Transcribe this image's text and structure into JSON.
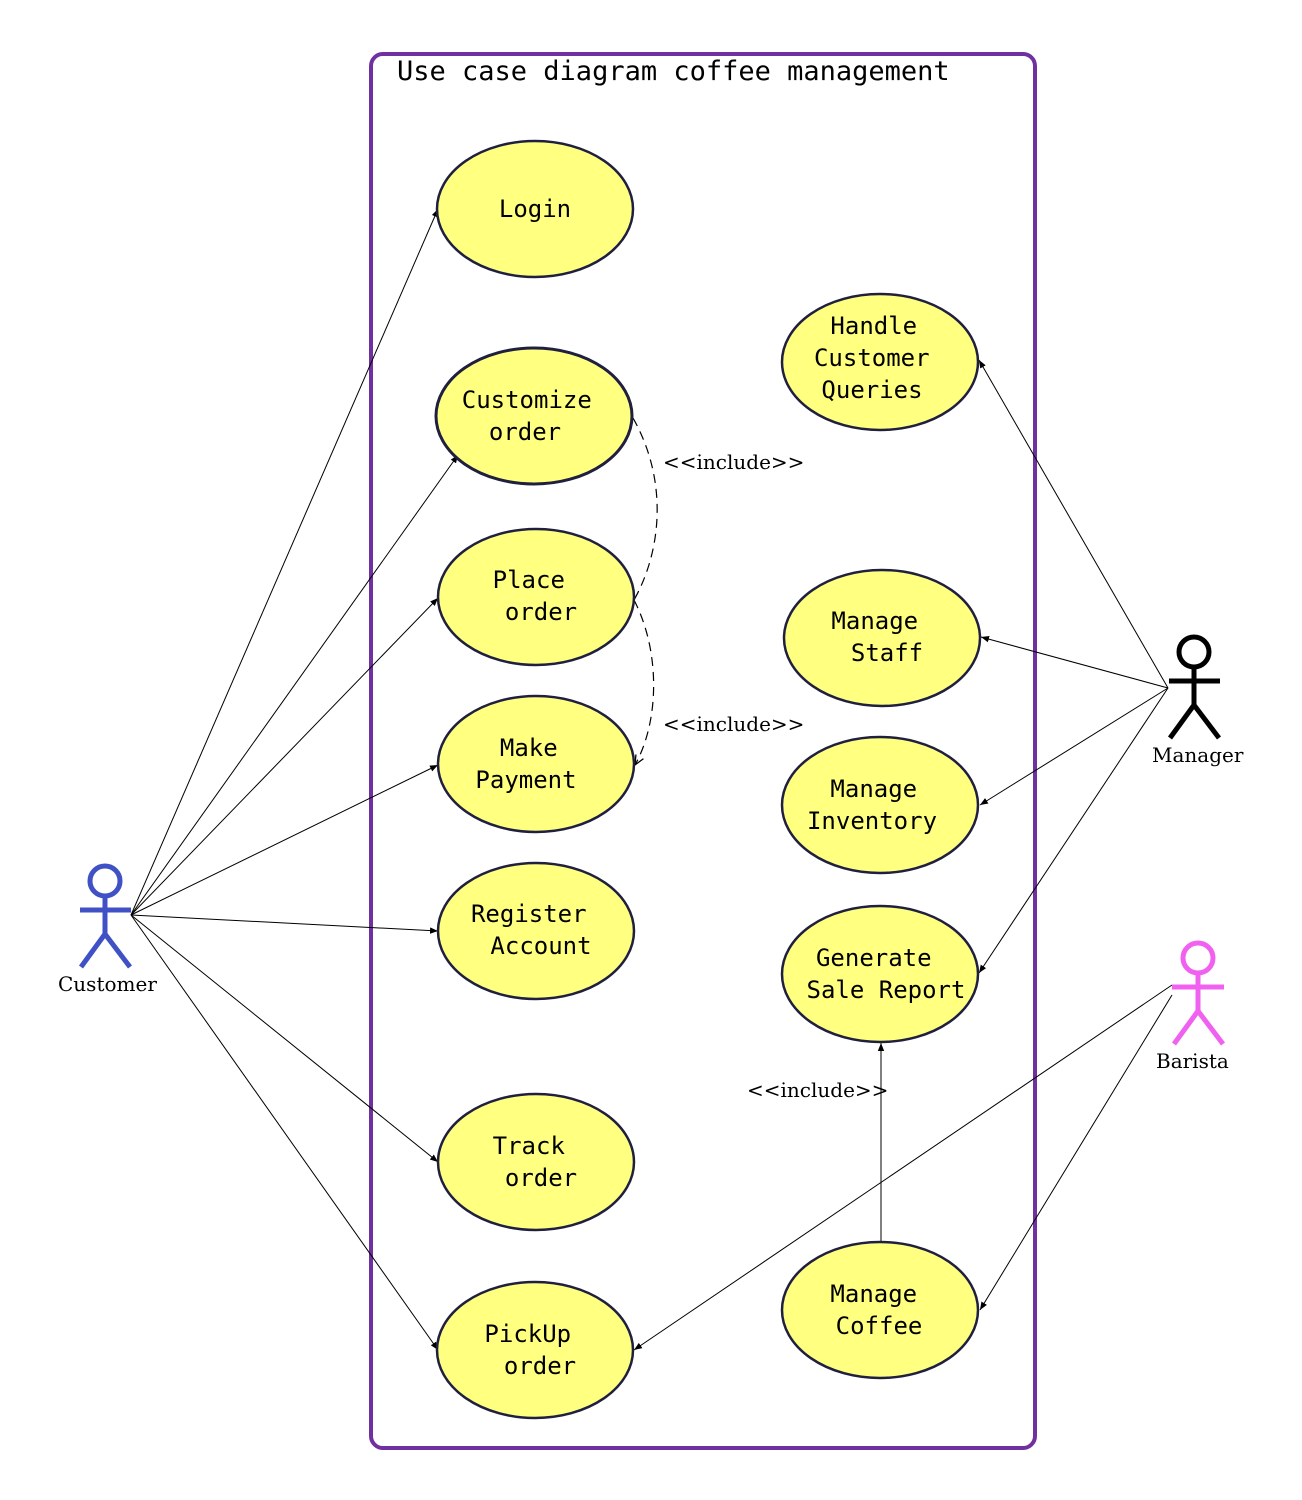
{
  "title": "Use case diagram coffee management",
  "colors": {
    "boundary": "#7030a0",
    "usecase_fill": "#ffff80",
    "usecase_stroke": "#1f1f3f",
    "customer": "#3f51c4",
    "manager": "#000000",
    "barista": "#f061f0"
  },
  "actors": {
    "customer": "Customer",
    "manager": "Manager",
    "barista": "Barista"
  },
  "usecases": {
    "login": [
      "Login"
    ],
    "customize": [
      "Customize",
      "order"
    ],
    "place": [
      "Place",
      "order"
    ],
    "payment": [
      "Make",
      "Payment"
    ],
    "register": [
      "Register",
      "Account"
    ],
    "track": [
      "Track",
      "order"
    ],
    "pickup": [
      "PickUp",
      "order"
    ],
    "queries": [
      "Handle",
      "Customer",
      "Queries"
    ],
    "staff": [
      "Manage",
      "Staff"
    ],
    "inventory": [
      "Manage",
      "Inventory"
    ],
    "report": [
      "Generate",
      "Sale Report"
    ],
    "coffee": [
      "Manage",
      "Coffee"
    ]
  },
  "relations": {
    "include_1": "<<include>>",
    "include_2": "<<include>>",
    "include_3": "<<include>>"
  }
}
